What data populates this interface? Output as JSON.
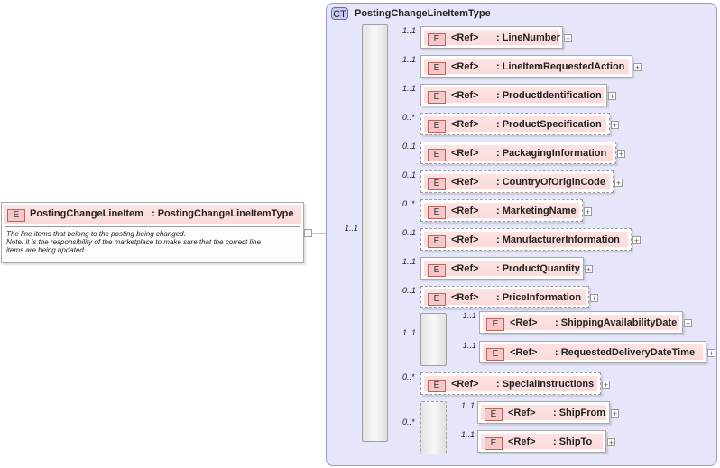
{
  "complex_type": {
    "badge": "CT",
    "name": "PostingChangeLineItemType"
  },
  "root_element": {
    "badge": "E",
    "name": "PostingChangeLineItem",
    "type": ": PostingChangeLineItemType",
    "documentation": [
      "The line items that belong to the posting being changed.",
      "Note: it is the responsibility of the marketplace to make sure that the correct line",
      "items are being updated."
    ],
    "collapse_symbol": "−",
    "multiplicity": "1..1"
  },
  "main_sequence": {
    "items": [
      {
        "name": ": LineNumber",
        "ref": "<Ref>",
        "badge": "E",
        "multiplicity": "1..1",
        "optional": false
      },
      {
        "name": ": LineItemRequestedAction",
        "ref": "<Ref>",
        "badge": "E",
        "multiplicity": "1..1",
        "optional": false
      },
      {
        "name": ": ProductIdentification",
        "ref": "<Ref>",
        "badge": "E",
        "multiplicity": "1..1",
        "optional": false
      },
      {
        "name": ": ProductSpecification",
        "ref": "<Ref>",
        "badge": "E",
        "multiplicity": "0..*",
        "optional": true
      },
      {
        "name": ": PackagingInformation",
        "ref": "<Ref>",
        "badge": "E",
        "multiplicity": "0..1",
        "optional": true
      },
      {
        "name": ": CountryOfOriginCode",
        "ref": "<Ref>",
        "badge": "E",
        "multiplicity": "0..1",
        "optional": true
      },
      {
        "name": ": MarketingName",
        "ref": "<Ref>",
        "badge": "E",
        "multiplicity": "0..*",
        "optional": true
      },
      {
        "name": ": ManufacturerInformation",
        "ref": "<Ref>",
        "badge": "E",
        "multiplicity": "0..1",
        "optional": true
      },
      {
        "name": ": ProductQuantity",
        "ref": "<Ref>",
        "badge": "E",
        "multiplicity": "1..1",
        "optional": false
      },
      {
        "name": ": PriceInformation",
        "ref": "<Ref>",
        "badge": "E",
        "multiplicity": "0..1",
        "optional": true
      },
      {
        "name": ": SpecialInstructions",
        "ref": "<Ref>",
        "badge": "E",
        "multiplicity": "0..*",
        "optional": true
      }
    ]
  },
  "sequence_1": {
    "multiplicity": "1..1",
    "optional": false,
    "items": [
      {
        "name": ": ShippingAvailabilityDate",
        "ref": "<Ref>",
        "badge": "E",
        "multiplicity": "1..1"
      },
      {
        "name": ": RequestedDeliveryDateTime",
        "ref": "<Ref>",
        "badge": "E",
        "multiplicity": "1..1"
      }
    ]
  },
  "sequence_2": {
    "multiplicity": "0..*",
    "optional": true,
    "items": [
      {
        "name": ": ShipFrom",
        "ref": "<Ref>",
        "badge": "E",
        "multiplicity": "1..1"
      },
      {
        "name": ": ShipTo",
        "ref": "<Ref>",
        "badge": "E",
        "multiplicity": "1..1"
      }
    ]
  },
  "expand_symbol": "+",
  "colors": {
    "ct_background": "#e6e6fb",
    "element_fill": "#fde3e3",
    "badge_fill": "#f7c7c7"
  }
}
